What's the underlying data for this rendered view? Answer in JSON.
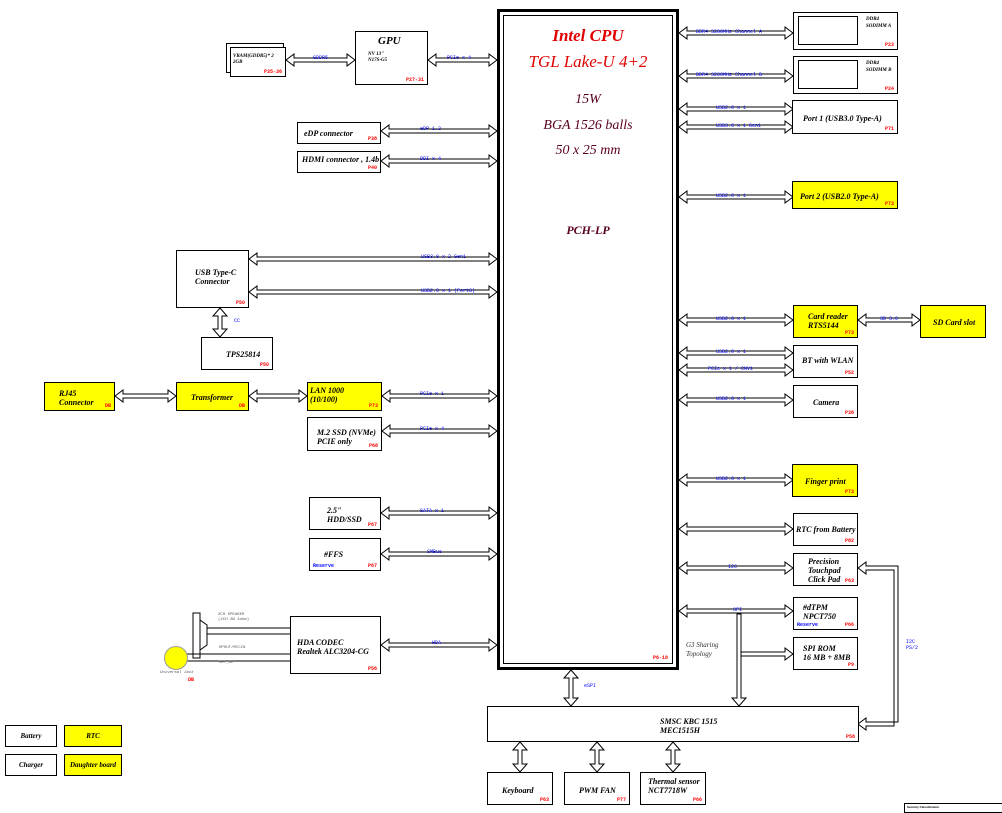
{
  "cpu": {
    "line1": "Intel  CPU",
    "line2": "TGL Lake-U 4+2",
    "power": "15W",
    "package": "BGA 1526 balls",
    "size": "50 x 25 mm",
    "pch": "PCH-LP",
    "page": "P6-18"
  },
  "blocks": {
    "vram": {
      "title": "VRAM(GDDR5)* 2\n2GB",
      "page": "P35-36"
    },
    "gpu": {
      "title": "GPU",
      "subtitle": "NV 13\"\n   N17S-G5",
      "page": "P27-31"
    },
    "edp": {
      "title": "eDP connector",
      "page": "P38"
    },
    "hdmi": {
      "title": "HDMI connector , 1.4b",
      "page": "P40"
    },
    "usbc": {
      "title": "USB Type-C\nConnector",
      "page": "P50"
    },
    "tps": {
      "title": "TPS25814",
      "page": "P50"
    },
    "rj45": {
      "title": "RJ45\nConnector",
      "page": "DB"
    },
    "transformer": {
      "title": "Transformer",
      "page": "DB"
    },
    "lan": {
      "title": "LAN 1000\n      (10/100)",
      "page": "P73"
    },
    "m2ssd": {
      "title": "M.2 SSD (NVMe)\nPCIE only",
      "page": "P68"
    },
    "hdd": {
      "title": "2.5\"\nHDD/SSD",
      "page": "P67"
    },
    "ffs": {
      "title": "#FFS",
      "reserve": "Reserve",
      "page": "P67"
    },
    "codec": {
      "title": "HDA CODEC\nRealtek ALC3204-CG",
      "page": "P56"
    },
    "speaker": {
      "label": "2CH  SPEAKER\n(2CH  2W 4ohm)"
    },
    "jack": {
      "label": "Universal Jack",
      "page": "DB",
      "sig1": "HPOUT/MICIN",
      "sig2": "DET_DL"
    },
    "dimm_a": {
      "title": "DDR4\nSODIMM A",
      "page": "P23"
    },
    "dimm_b": {
      "title": "DDR4\nSODIMM B",
      "page": "P24"
    },
    "port1": {
      "title": "Port 1 (USB3.0 Type-A)",
      "page": "P71"
    },
    "port2": {
      "title": "Port 2 (USB2.0 Type-A)",
      "page": "P73"
    },
    "cardreader": {
      "title": "Card reader\nRTS5144",
      "page": "P73"
    },
    "sdslot": {
      "title": "SD Card slot"
    },
    "btwlan": {
      "title": "BT with WLAN",
      "page": "P52"
    },
    "camera": {
      "title": "Camera",
      "page": "P38"
    },
    "finger": {
      "title": "Finger print",
      "page": "P73"
    },
    "rtcbat": {
      "title": "RTC from Battery",
      "page": "P82"
    },
    "touchpad": {
      "title": "Precision\nTouchpad\nClick Pad",
      "page": "P63"
    },
    "dtpm": {
      "title": "#dTPM\nNPCT750",
      "reserve": "Reserve",
      "page": "P66"
    },
    "spirom": {
      "title": "SPI ROM\n16 MB + 8MB",
      "page": "P9"
    },
    "kbc": {
      "title": "SMSC KBC 1515\nMEC1515H",
      "page": "P58"
    },
    "keyboard": {
      "title": "Keyboard",
      "page": "P63"
    },
    "fan": {
      "title": "PWM FAN",
      "page": "P77"
    },
    "thermal": {
      "title": "Thermal sensor\nNCT7718W",
      "page": "P66"
    }
  },
  "signals": {
    "gddr5": "GDDR5",
    "gpu_pcie": "PCIe x 4",
    "edp": "eDP 1.2",
    "ddi": "DDI x 4",
    "ddr_a": "DDR4 3200MHz Channel A",
    "ddr_b": "DDR4 3200MHz Channel B",
    "port1_usb2": "USB2.0 x 1",
    "port1_usb3": "USB3.0 x 1 Gen1",
    "port2_usb2": "USB2.0 x 1",
    "usbc_usb3": "USB3.0 x 2 Gen1",
    "usbc_usb2": "USB2.0 x 1 (Port8)",
    "cc": "CC",
    "lan_pcie": "PCIe x 1",
    "ssd_pcie": "PCIe x 4",
    "sata": "SATA x 1",
    "smbus": "SMBus",
    "hda": "HDA",
    "cr_usb": "USB2.0 x 1",
    "sd": "SD 3.0",
    "bt_usb": "USB2.0 x 1",
    "wlan_pcie": "PCIe x 1 / CNVi",
    "cam_usb": "USB2.0 x 1",
    "finger_usb": "USB2.0 x 1",
    "i2c": "I2C",
    "spi": "SPI",
    "espi": "eSPI",
    "g3": "G3 Sharing\nTopology",
    "i2c_ps2": "I2C\nPS/2"
  },
  "legend": {
    "battery": "Battery",
    "rtc": "RTC",
    "charger": "Charger",
    "daughter": "Daughter board"
  },
  "corner": {
    "label": "Security Classification"
  },
  "colors": {
    "highlight": "#ffff00",
    "page_ref": "#ff0000",
    "signal": "#0000ff",
    "cpu_title": "#e00000"
  }
}
